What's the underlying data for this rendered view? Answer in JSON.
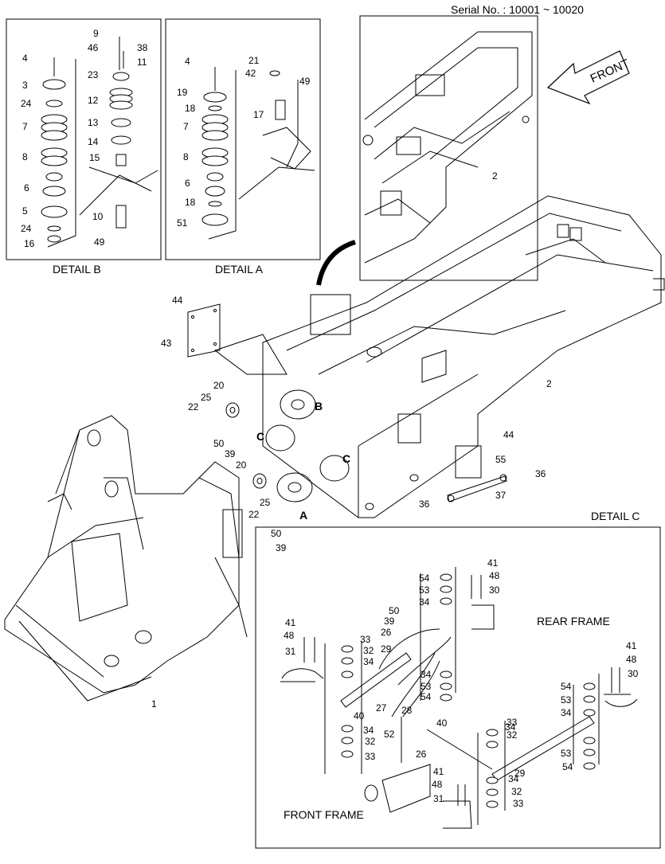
{
  "serial_no": "Serial No. : 10001 ~ 10020",
  "front_arrow_label": "FRONT",
  "detail_labels": {
    "b": "DETAIL  B",
    "a": "DETAIL  A",
    "c": "DETAIL  C"
  },
  "sub_labels": {
    "rear_frame": "REAR FRAME",
    "front_frame": "FRONT FRAME"
  },
  "section_letters": [
    "A",
    "B",
    "C"
  ],
  "part_numbers": [
    "1",
    "2",
    "3",
    "4",
    "5",
    "6",
    "7",
    "8",
    "9",
    "10",
    "11",
    "12",
    "13",
    "14",
    "15",
    "16",
    "17",
    "18",
    "19",
    "20",
    "21",
    "22",
    "23",
    "24",
    "25",
    "26",
    "27",
    "28",
    "29",
    "30",
    "31",
    "32",
    "33",
    "34",
    "36",
    "37",
    "38",
    "39",
    "40",
    "41",
    "42",
    "43",
    "44",
    "46",
    "48",
    "49",
    "50",
    "51",
    "52",
    "53",
    "54",
    "55"
  ]
}
